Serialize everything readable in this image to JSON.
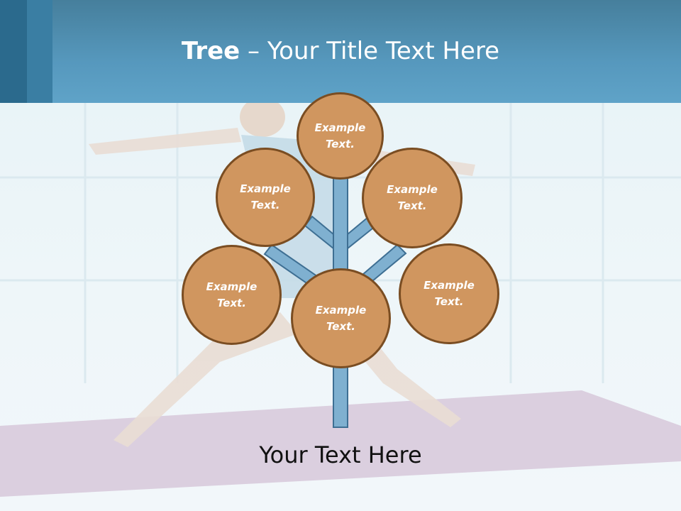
{
  "slide": {
    "title_bold": "Tree",
    "title_rest": " – Your Title Text Here",
    "caption": "Your Text Here"
  },
  "tree": {
    "nodes": [
      {
        "label": "Example Text."
      },
      {
        "label": "Example Text."
      },
      {
        "label": "Example Text."
      },
      {
        "label": "Example Text."
      },
      {
        "label": "Example Text."
      },
      {
        "label": "Example Text."
      }
    ]
  },
  "colors": {
    "header": "#5698bd",
    "header_stripe_dark": "#2b6a8d",
    "header_stripe_mid": "#3a7ea3",
    "node_fill": "#d0965f",
    "node_border": "#7a4d22",
    "branch_fill": "#7fb0d0",
    "branch_stroke": "#3e6f93"
  }
}
